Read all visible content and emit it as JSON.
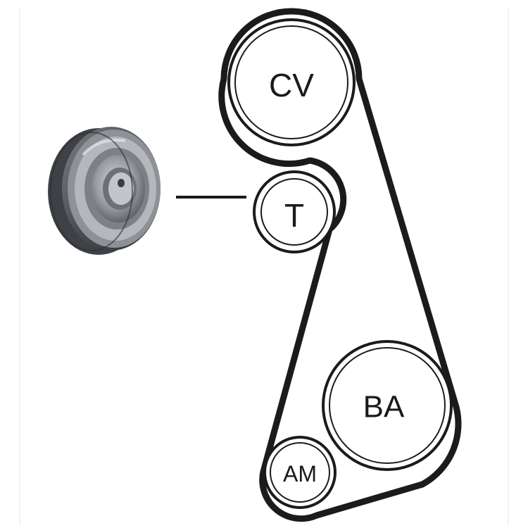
{
  "pulleys": {
    "cv": {
      "label": "CV"
    },
    "t": {
      "label": "T"
    },
    "ba": {
      "label": "BA"
    },
    "am": {
      "label": "AM"
    }
  },
  "colors": {
    "belt": "#1b1b1b",
    "pulley_stroke": "#1b1b1b",
    "tensioner_photo_dark": "#4a4d52",
    "tensioner_photo_mid": "#8a8d92",
    "tensioner_photo_light": "#c9ccd0"
  },
  "icons": {
    "tensioner_photo": "tensioner-pulley-photo"
  }
}
